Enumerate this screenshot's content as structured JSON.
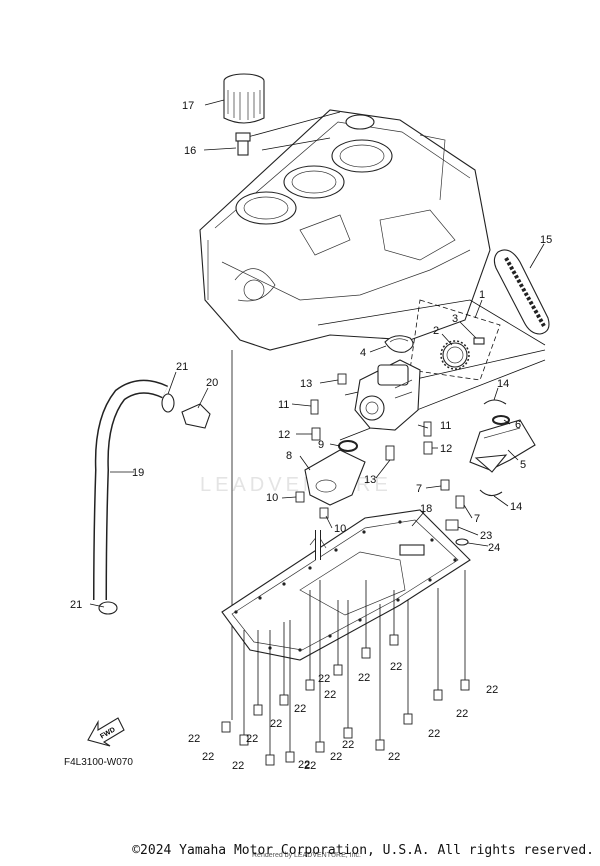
{
  "diagram": {
    "code": "F4L3100-W070",
    "fwd_label": "FWD",
    "watermark": "LEADVENTURE",
    "copyright": "©2024 Yamaha Motor Corporation, U.S.A. All rights reserved.",
    "rendered_by": "Rendered by LEADVENTURE, Inc.",
    "callouts": [
      {
        "id": "c17",
        "label": "17"
      },
      {
        "id": "c16",
        "label": "16"
      },
      {
        "id": "c15",
        "label": "15"
      },
      {
        "id": "c1",
        "label": "1"
      },
      {
        "id": "c3",
        "label": "3"
      },
      {
        "id": "c2",
        "label": "2"
      },
      {
        "id": "c4",
        "label": "4"
      },
      {
        "id": "c13a",
        "label": "13"
      },
      {
        "id": "c14a",
        "label": "14"
      },
      {
        "id": "c21a",
        "label": "21"
      },
      {
        "id": "c20",
        "label": "20"
      },
      {
        "id": "c11a",
        "label": "11"
      },
      {
        "id": "c6",
        "label": "6"
      },
      {
        "id": "c12a",
        "label": "12"
      },
      {
        "id": "c9",
        "label": "9"
      },
      {
        "id": "c11b",
        "label": "11"
      },
      {
        "id": "c12b",
        "label": "12"
      },
      {
        "id": "c19",
        "label": "19"
      },
      {
        "id": "c8",
        "label": "8"
      },
      {
        "id": "c5",
        "label": "5"
      },
      {
        "id": "c13b",
        "label": "13"
      },
      {
        "id": "c7a",
        "label": "7"
      },
      {
        "id": "c10a",
        "label": "10"
      },
      {
        "id": "c14b",
        "label": "14"
      },
      {
        "id": "c18",
        "label": "18"
      },
      {
        "id": "c7b",
        "label": "7"
      },
      {
        "id": "c10b",
        "label": "10"
      },
      {
        "id": "c23",
        "label": "23"
      },
      {
        "id": "c24",
        "label": "24"
      },
      {
        "id": "c21b",
        "label": "21"
      },
      {
        "id": "c22a",
        "label": "22"
      },
      {
        "id": "c22b",
        "label": "22"
      },
      {
        "id": "c22c",
        "label": "22"
      },
      {
        "id": "c22d",
        "label": "22"
      },
      {
        "id": "c22e",
        "label": "22"
      },
      {
        "id": "c22f",
        "label": "22"
      },
      {
        "id": "c22g",
        "label": "22"
      },
      {
        "id": "c22h",
        "label": "22"
      },
      {
        "id": "c22i",
        "label": "22"
      },
      {
        "id": "c22j",
        "label": "22"
      },
      {
        "id": "c22k",
        "label": "22"
      },
      {
        "id": "c22l",
        "label": "22"
      },
      {
        "id": "c22m",
        "label": "22"
      },
      {
        "id": "c22n",
        "label": "22"
      },
      {
        "id": "c22o",
        "label": "22"
      },
      {
        "id": "c22p",
        "label": "22"
      },
      {
        "id": "c22q",
        "label": "22"
      },
      {
        "id": "c22r",
        "label": "22"
      }
    ]
  }
}
